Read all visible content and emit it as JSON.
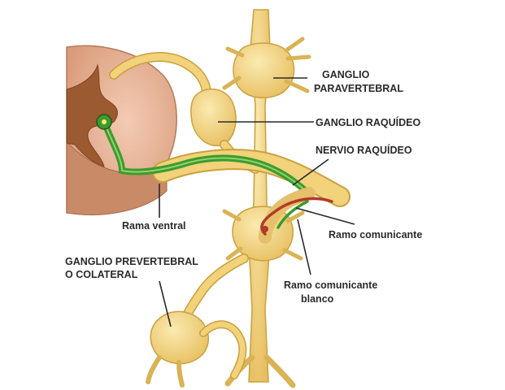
{
  "labels": {
    "paravertebral_1": "GANGLIO",
    "paravertebral_2": "PARAVERTEBRAL",
    "raquideo_ganglion": "GANGLIO RAQUÍDEO",
    "raquideo_nerve": "NERVIO RAQUÍDEO",
    "ramo_comunicante": "Ramo comunicante",
    "ramo_blanco_1": "Ramo comunicante",
    "ramo_blanco_2": "blanco",
    "rama_ventral": "Rama ventral",
    "prevertebral_1": "GANGLIO PREVERTEBRAL",
    "prevertebral_2": "O COLATERAL"
  },
  "colors": {
    "nerve_fill": "#f2d27a",
    "nerve_stroke": "#c9a13e",
    "cord_fill": "#e8b59c",
    "cord_grey": "#9c5a30",
    "green_fiber": "#3d9b2e",
    "red_fiber": "#b23a2a"
  }
}
